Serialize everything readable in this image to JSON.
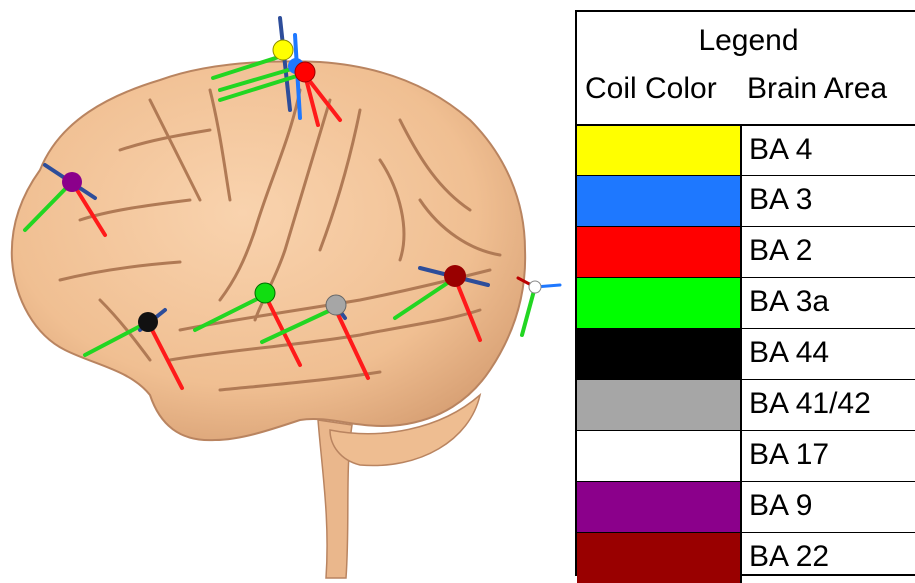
{
  "legend": {
    "title": "Legend",
    "col_color": "Coil Color",
    "col_area": "Brain Area",
    "rows": [
      {
        "label": "BA 4",
        "color": "#ffff00"
      },
      {
        "label": "BA 3",
        "color": "#1e78ff"
      },
      {
        "label": "BA 2",
        "color": "#ff0000"
      },
      {
        "label": "BA 3a",
        "color": "#00ff00"
      },
      {
        "label": "BA 44",
        "color": "#000000"
      },
      {
        "label": "BA 41/42",
        "color": "#a6a6a6"
      },
      {
        "label": "BA 17",
        "color": "#ffffff"
      },
      {
        "label": "BA 9",
        "color": "#8b008b"
      },
      {
        "label": "BA 22",
        "color": "#990000"
      }
    ]
  },
  "brain": {
    "surface_color": "#f3c49b",
    "shadow_color": "#c9936b",
    "coil_colors": {
      "BA 4": "#ffff00",
      "BA 3": "#1e78ff",
      "BA 2": "#ff0000",
      "BA 3a": "#00ff00",
      "BA 44": "#000000",
      "BA 41/42": "#a6a6a6",
      "BA 17": "#ffffff",
      "BA 9": "#8b008b",
      "BA 22": "#990000"
    }
  }
}
